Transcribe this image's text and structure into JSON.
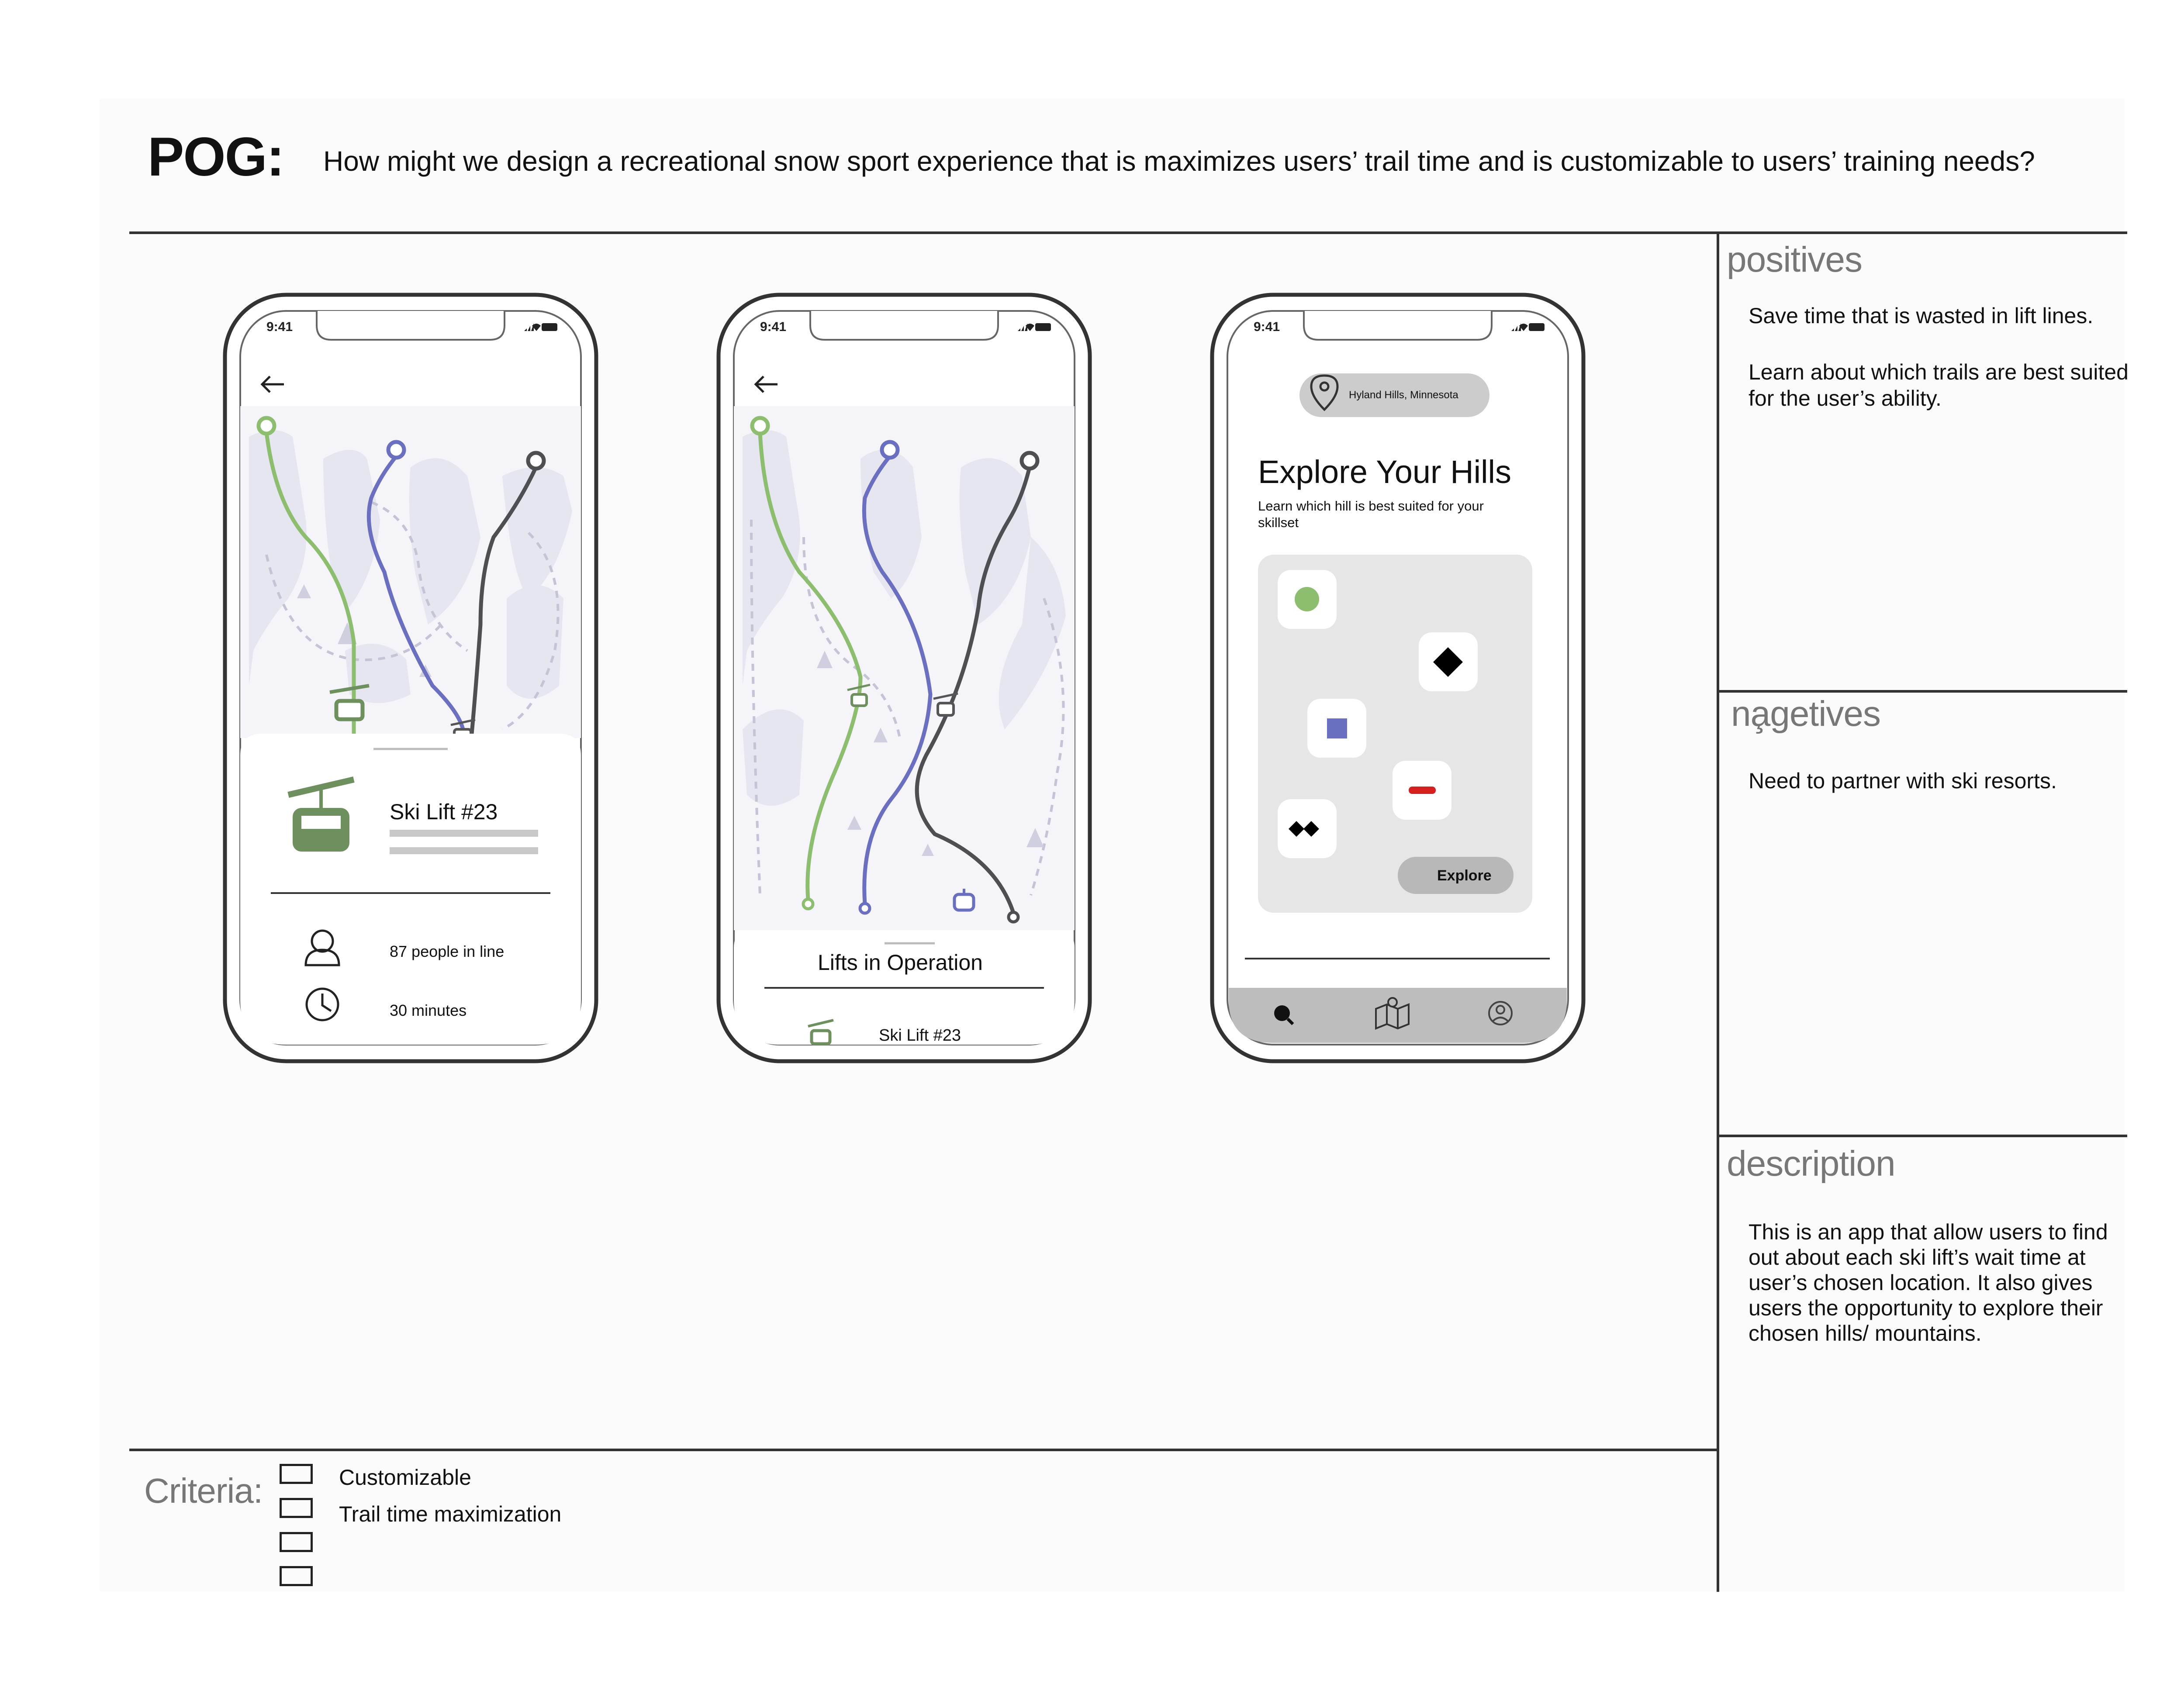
{
  "header": {
    "label": "POG:",
    "question": "How might we design a recreational snow sport experience that is maximizes users’ trail time and is customizable to users’ training needs?"
  },
  "phones": {
    "status_time": "9:41",
    "phone1": {
      "card_title": "Ski Lift #23",
      "people_in_line": "87 people in line",
      "wait_time": "30 minutes"
    },
    "phone2": {
      "sheet_title": "Lifts in Operation",
      "first_lift": "Ski Lift #23"
    },
    "phone3": {
      "location": "Hyland Hills, Minnesota",
      "title": "Explore Your Hills",
      "subtitle": "Learn which hill is best suited for your skillset",
      "explore_button": "Explore"
    }
  },
  "sidebar": {
    "positives_title": "positives",
    "positive_1": "Save time that is wasted in lift lines.",
    "positive_2": "Learn about which trails are best suited for the user’s ability.",
    "negatives_title": "na̧getives",
    "negative_1": "Need to partner with ski resorts.",
    "description_title": "description",
    "description_text": "This is an app that allow users to find out about each ski lift’s wait time at user’s chosen location. It also gives users the opportunity to explore their chosen hills/ mountains."
  },
  "criteria": {
    "label": "Criteria:",
    "items": [
      "Customizable",
      "Trail time maximization",
      "",
      ""
    ]
  },
  "colors": {
    "green_trail": "#8dbd6e",
    "blue_trail": "#6b6fbf",
    "dark_trail": "#4d4f52",
    "lift_green": "#6e8f5e",
    "hill_shade": "#e6e6f0",
    "red_marker": "#d62020"
  }
}
